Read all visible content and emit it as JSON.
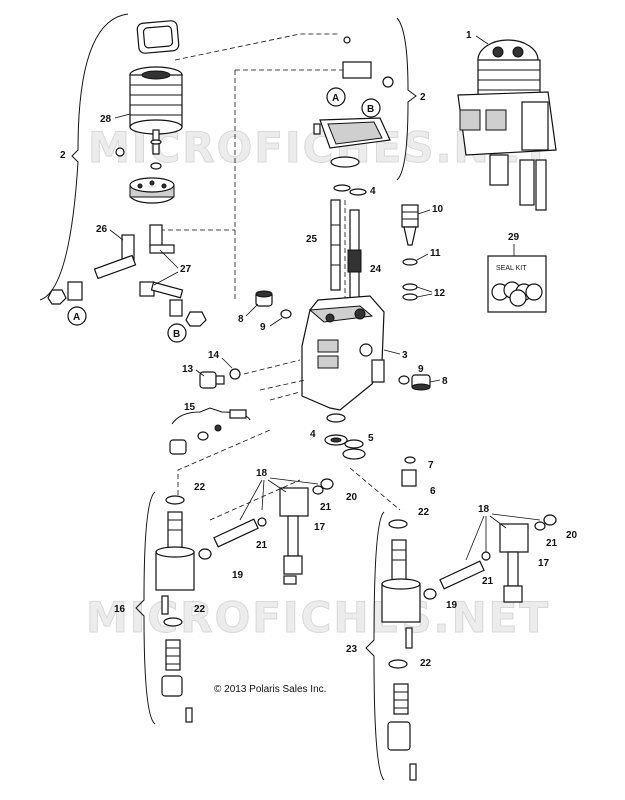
{
  "watermark": {
    "top": "MICROFICHES.NET",
    "bottom": "MICROFICHES.NET"
  },
  "copyright": "© 2013 Polaris Sales Inc.",
  "seal_kit": {
    "number": "29",
    "label": "SEAL KIT"
  },
  "callouts": {
    "c1": "1",
    "c2a": "2",
    "c2b": "2",
    "c3": "3",
    "c4a": "4",
    "c4b": "4",
    "c5": "5",
    "c6": "6",
    "c7": "7",
    "c8a": "8",
    "c8b": "8",
    "c9a": "9",
    "c9b": "9",
    "c10": "10",
    "c11": "11",
    "c12": "12",
    "c13": "13",
    "c14": "14",
    "c15": "15",
    "c16": "16",
    "c17a": "17",
    "c17b": "17",
    "c18a": "18",
    "c18b": "18",
    "c19a": "19",
    "c19b": "19",
    "c20a": "20",
    "c20b": "20",
    "c21a": "21",
    "c21b": "21",
    "c21c": "21",
    "c21d": "21",
    "c22a": "22",
    "c22b": "22",
    "c22c": "22",
    "c22d": "22",
    "c23": "23",
    "c24": "24",
    "c25": "25",
    "c26": "26",
    "c27": "27",
    "c28": "28"
  },
  "refs": {
    "a1": "A",
    "b1": "B",
    "a2": "A",
    "b2": "B"
  }
}
